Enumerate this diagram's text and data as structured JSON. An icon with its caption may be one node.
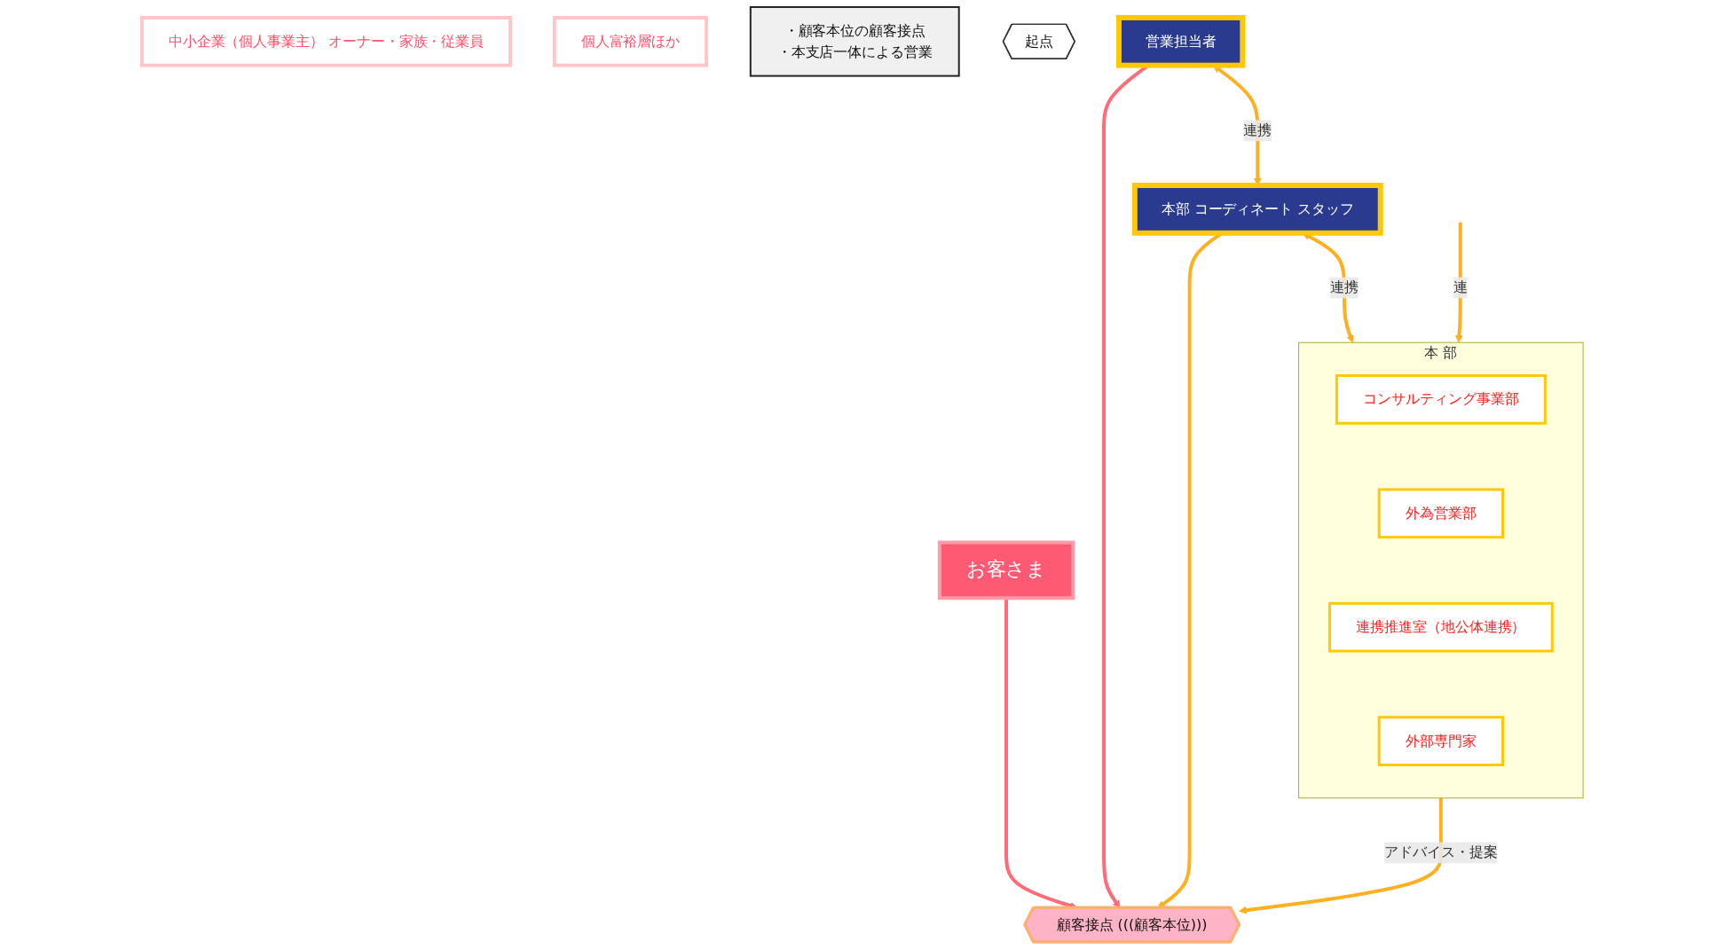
{
  "diagram": {
    "nodes": [
      {
        "text": [
          "お客さま"
        ]
      },
      {
        "text": [
          "中小企業（個人事業主） オーナー・家族・従業員"
        ]
      },
      {
        "text": [
          "個人富裕層ほか"
        ]
      },
      {
        "text": [
          "・顧客本位の顧客接点",
          "・本支店一体による営業"
        ]
      },
      {
        "text": [
          "起点"
        ]
      },
      {
        "text": [
          "顧客接点 (((顧客本位)))"
        ]
      },
      {
        "text": [
          "営業担当者"
        ]
      },
      {
        "text": [
          "本部 コーディネート スタッフ"
        ]
      },
      {
        "text": [
          "本 部"
        ]
      },
      {
        "text": [
          "コンサルティング事業部"
        ],
        "in": 8
      },
      {
        "text": [
          "外為営業部"
        ],
        "in": 8
      },
      {
        "text": [
          "連携推進室（地公体連携）"
        ],
        "in": 8
      },
      {
        "text": [
          "外部専門家"
        ],
        "in": 8
      }
    ],
    "edges": [
      {
        "from": 0,
        "to": 5,
        "arrow": "to",
        "color": "#ff6b77"
      },
      {
        "from": 6,
        "to": 5,
        "arrow": "to",
        "color": "#ff6b77"
      },
      {
        "from": 7,
        "to": 5,
        "arrow": "to"
      },
      {
        "from": 8,
        "to": 5,
        "label": "アドバイス・提案",
        "arrow": "to"
      },
      {
        "from": 6,
        "to": 7,
        "label": "連携",
        "arrow": "both"
      },
      {
        "from": 7,
        "to": 8,
        "label": "連携",
        "arrow": "both"
      },
      {
        "from": null,
        "to": 8,
        "label": "連",
        "arrow": "to"
      }
    ]
  }
}
